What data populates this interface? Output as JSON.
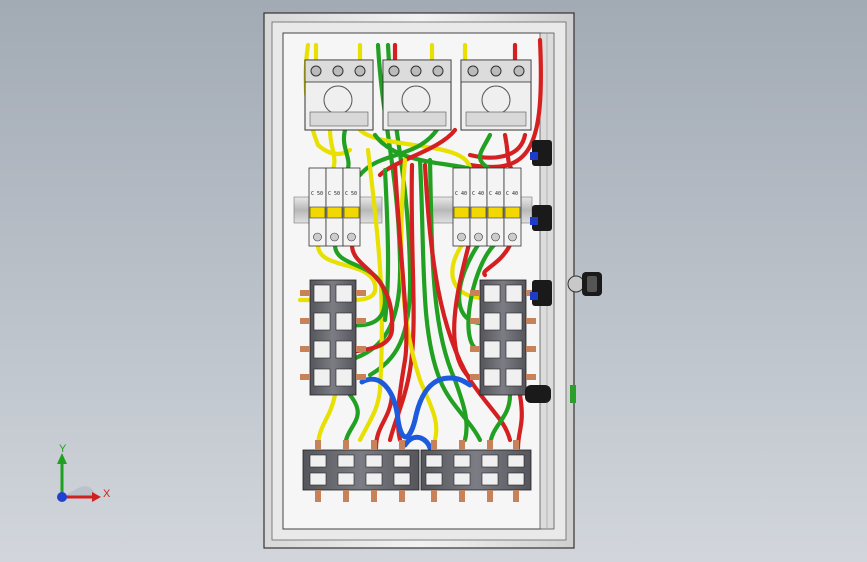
{
  "scene": {
    "subject": "electrical-distribution-box",
    "colors": {
      "background_top": "#a2aab4",
      "background_bottom": "#d2d6dc",
      "enclosure": "#e6e6e6",
      "backplate": "#f4f4f4",
      "wire_yellow": "#e8e000",
      "wire_green": "#22a022",
      "wire_red": "#d42020",
      "wire_blue": "#1e5adc",
      "terminal_block": "#6a6a70",
      "copper": "#c8825a"
    }
  },
  "breakers": {
    "left_labels": [
      "C 50",
      "C 50",
      "C 50"
    ],
    "right_labels": [
      "C 40",
      "C 40",
      "C 40",
      "C 40"
    ]
  },
  "triad": {
    "x_label": "X",
    "y_label": "Y"
  }
}
